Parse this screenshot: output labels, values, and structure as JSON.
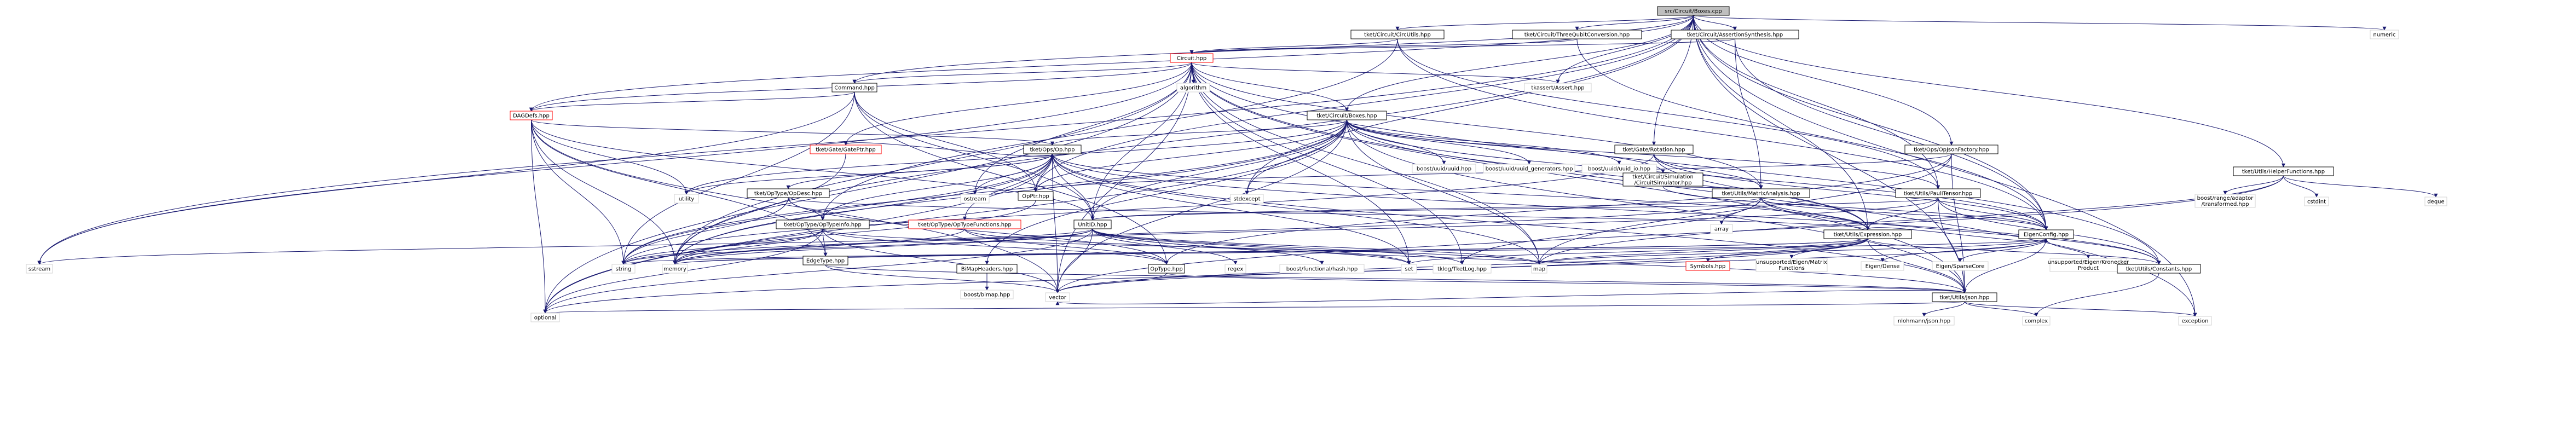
{
  "colors": {
    "edge": "#191970",
    "node_border": "#bfbfbf",
    "root_fill": "#bfbfbf",
    "root_border": "#000000",
    "header_border": "#000000",
    "system_border": "#d3d3d3",
    "red_border": "#ff0000",
    "text": "#000000"
  },
  "nodes": [
    {
      "id": "boxes_cpp",
      "label": "src/Circuit/Boxes.cpp",
      "kind": "root"
    },
    {
      "id": "circutils",
      "label": "tket/Circuit/CircUtils.hpp",
      "kind": "header"
    },
    {
      "id": "tqconv",
      "label": "tket/Circuit/ThreeQubitConversion.hpp",
      "kind": "header"
    },
    {
      "id": "assertsynth",
      "label": "tket/Circuit/AssertionSynthesis.hpp",
      "kind": "header"
    },
    {
      "id": "numeric",
      "label": "numeric",
      "kind": "system"
    },
    {
      "id": "circuit",
      "label": "Circuit.hpp",
      "kind": "red"
    },
    {
      "id": "command",
      "label": "Command.hpp",
      "kind": "header"
    },
    {
      "id": "dagdefs",
      "label": "DAGDefs.hpp",
      "kind": "red"
    },
    {
      "id": "algorithm",
      "label": "algorithm",
      "kind": "system"
    },
    {
      "id": "tkassert",
      "label": "tkassert/Assert.hpp",
      "kind": "system"
    },
    {
      "id": "boxes_hpp",
      "label": "tket/Circuit/Boxes.hpp",
      "kind": "header"
    },
    {
      "id": "gateptr",
      "label": "tket/Gate/GatePtr.hpp",
      "kind": "red"
    },
    {
      "id": "op",
      "label": "tket/Ops/Op.hpp",
      "kind": "header"
    },
    {
      "id": "gaterot",
      "label": "tket/Gate/Rotation.hpp",
      "kind": "header"
    },
    {
      "id": "opjson",
      "label": "tket/Ops/OpJsonFactory.hpp",
      "kind": "header"
    },
    {
      "id": "helperfn",
      "label": "tket/Utils/HelperFunctions.hpp",
      "kind": "header"
    },
    {
      "id": "uuid",
      "label": "boost/uuid/uuid.hpp",
      "kind": "system"
    },
    {
      "id": "uuidgen",
      "label": "boost/uuid/uuid_generators.hpp",
      "kind": "system"
    },
    {
      "id": "uuidio",
      "label": "boost/uuid/uuid_io.hpp",
      "kind": "system"
    },
    {
      "id": "circsim",
      "label": "tket/Circuit/Simulation\n/CircuitSimulator.hpp",
      "kind": "header"
    },
    {
      "id": "utility",
      "label": "utility",
      "kind": "system"
    },
    {
      "id": "opdesc",
      "label": "tket/OpType/OpDesc.hpp",
      "kind": "header"
    },
    {
      "id": "ostream",
      "label": "ostream",
      "kind": "system"
    },
    {
      "id": "opptr",
      "label": "OpPtr.hpp",
      "kind": "header"
    },
    {
      "id": "stdexcept",
      "label": "stdexcept",
      "kind": "system"
    },
    {
      "id": "matrixanal",
      "label": "tket/Utils/MatrixAnalysis.hpp",
      "kind": "header"
    },
    {
      "id": "paulitensor",
      "label": "tket/Utils/PauliTensor.hpp",
      "kind": "header"
    },
    {
      "id": "optypeinfo",
      "label": "tket/OpType/OpTypeInfo.hpp",
      "kind": "header"
    },
    {
      "id": "optypefn",
      "label": "tket/OpType/OpTypeFunctions.hpp",
      "kind": "red"
    },
    {
      "id": "unitid",
      "label": "UnitID.hpp",
      "kind": "header"
    },
    {
      "id": "array",
      "label": "array",
      "kind": "system"
    },
    {
      "id": "expression",
      "label": "tket/Utils/Expression.hpp",
      "kind": "header"
    },
    {
      "id": "eigenconfig",
      "label": "EigenConfig.hpp",
      "kind": "header"
    },
    {
      "id": "sstream",
      "label": "sstream",
      "kind": "system"
    },
    {
      "id": "string",
      "label": "string",
      "kind": "system"
    },
    {
      "id": "memory",
      "label": "memory",
      "kind": "system"
    },
    {
      "id": "edgetype",
      "label": "EdgeType.hpp",
      "kind": "header"
    },
    {
      "id": "bimap",
      "label": "BiMapHeaders.hpp",
      "kind": "header"
    },
    {
      "id": "optype",
      "label": "OpType.hpp",
      "kind": "header"
    },
    {
      "id": "regex",
      "label": "regex",
      "kind": "system"
    },
    {
      "id": "boosthash",
      "label": "boost/functional/hash.hpp",
      "kind": "system"
    },
    {
      "id": "set",
      "label": "set",
      "kind": "system"
    },
    {
      "id": "tklog",
      "label": "tklog/TketLog.hpp",
      "kind": "system"
    },
    {
      "id": "map",
      "label": "map",
      "kind": "system"
    },
    {
      "id": "symbols",
      "label": "Symbols.hpp",
      "kind": "red"
    },
    {
      "id": "eigenmatfn",
      "label": "unsupported/Eigen/Matrix\nFunctions",
      "kind": "system"
    },
    {
      "id": "eigendense",
      "label": "Eigen/Dense",
      "kind": "system"
    },
    {
      "id": "eigensparse",
      "label": "Eigen/SparseCore",
      "kind": "system"
    },
    {
      "id": "eigenkron",
      "label": "unsupported/Eigen/Kronecker\nProduct",
      "kind": "system"
    },
    {
      "id": "constants",
      "label": "tket/Utils/Constants.hpp",
      "kind": "header"
    },
    {
      "id": "rangeadaptor",
      "label": "boost/range/adaptor\n/transformed.hpp",
      "kind": "system"
    },
    {
      "id": "cstdint",
      "label": "cstdint",
      "kind": "system"
    },
    {
      "id": "deque",
      "label": "deque",
      "kind": "system"
    },
    {
      "id": "boostbimap",
      "label": "boost/bimap.hpp",
      "kind": "system"
    },
    {
      "id": "vector",
      "label": "vector",
      "kind": "system"
    },
    {
      "id": "json",
      "label": "tket/Utils/Json.hpp",
      "kind": "header"
    },
    {
      "id": "optional",
      "label": "optional",
      "kind": "system"
    },
    {
      "id": "nlohmann",
      "label": "nlohmann/json.hpp",
      "kind": "system"
    },
    {
      "id": "complex",
      "label": "complex",
      "kind": "system"
    },
    {
      "id": "exception",
      "label": "exception",
      "kind": "system"
    }
  ],
  "edges": [
    [
      "boxes_cpp",
      "circutils"
    ],
    [
      "boxes_cpp",
      "tqconv"
    ],
    [
      "boxes_cpp",
      "assertsynth"
    ],
    [
      "boxes_cpp",
      "numeric"
    ],
    [
      "boxes_cpp",
      "command"
    ],
    [
      "boxes_cpp",
      "dagdefs"
    ],
    [
      "boxes_cpp",
      "tkassert"
    ],
    [
      "boxes_cpp",
      "boxes_hpp"
    ],
    [
      "boxes_cpp",
      "gaterot"
    ],
    [
      "boxes_cpp",
      "opjson"
    ],
    [
      "boxes_cpp",
      "helperfn"
    ],
    [
      "boxes_cpp",
      "opptr"
    ],
    [
      "boxes_cpp",
      "stdexcept"
    ],
    [
      "boxes_cpp",
      "paulitensor"
    ],
    [
      "boxes_cpp",
      "expression"
    ],
    [
      "boxes_cpp",
      "eigenconfig"
    ],
    [
      "boxes_cpp",
      "sstream"
    ],
    [
      "boxes_cpp",
      "memory"
    ],
    [
      "boxes_cpp",
      "json"
    ],
    [
      "boxes_cpp",
      "exception"
    ],
    [
      "circutils",
      "circuit"
    ],
    [
      "circutils",
      "eigenconfig"
    ],
    [
      "circutils",
      "paulitensor"
    ],
    [
      "circutils",
      "optypeinfo"
    ],
    [
      "tqconv",
      "circuit"
    ],
    [
      "tqconv",
      "eigenconfig"
    ],
    [
      "assertsynth",
      "circuit"
    ],
    [
      "assertsynth",
      "matrixanal"
    ],
    [
      "assertsynth",
      "eigenconfig"
    ],
    [
      "circuit",
      "command"
    ],
    [
      "circuit",
      "dagdefs"
    ],
    [
      "circuit",
      "algorithm"
    ],
    [
      "circuit",
      "tkassert"
    ],
    [
      "circuit",
      "boxes_hpp"
    ],
    [
      "circuit",
      "gateptr"
    ],
    [
      "circuit",
      "matrixanal"
    ],
    [
      "circuit",
      "constants"
    ],
    [
      "circuit",
      "unitid"
    ],
    [
      "circuit",
      "ostream"
    ],
    [
      "circuit",
      "tklog"
    ],
    [
      "circuit",
      "json"
    ],
    [
      "circuit",
      "exception"
    ],
    [
      "circuit",
      "optional"
    ],
    [
      "circuit",
      "vector"
    ],
    [
      "circuit",
      "sstream"
    ],
    [
      "circuit",
      "memory"
    ],
    [
      "circuit",
      "set"
    ],
    [
      "circuit",
      "map"
    ],
    [
      "command",
      "dagdefs"
    ],
    [
      "command",
      "opptr"
    ],
    [
      "command",
      "unitid"
    ],
    [
      "command",
      "sstream"
    ],
    [
      "command",
      "string"
    ],
    [
      "command",
      "optype"
    ],
    [
      "dagdefs",
      "op"
    ],
    [
      "dagdefs",
      "unitid"
    ],
    [
      "dagdefs",
      "utility"
    ],
    [
      "dagdefs",
      "string"
    ],
    [
      "dagdefs",
      "memory"
    ],
    [
      "dagdefs",
      "edgetype"
    ],
    [
      "dagdefs",
      "vector"
    ],
    [
      "dagdefs",
      "optional"
    ],
    [
      "boxes_hpp",
      "op"
    ],
    [
      "boxes_hpp",
      "uuid"
    ],
    [
      "boxes_hpp",
      "uuidgen"
    ],
    [
      "boxes_hpp",
      "uuidio"
    ],
    [
      "boxes_hpp",
      "circsim"
    ],
    [
      "boxes_hpp",
      "utility"
    ],
    [
      "boxes_hpp",
      "opptr"
    ],
    [
      "boxes_hpp",
      "stdexcept"
    ],
    [
      "boxes_hpp",
      "paulitensor"
    ],
    [
      "boxes_hpp",
      "unitid"
    ],
    [
      "boxes_hpp",
      "expression"
    ],
    [
      "boxes_hpp",
      "eigenconfig"
    ],
    [
      "boxes_hpp",
      "string"
    ],
    [
      "boxes_hpp",
      "memory"
    ],
    [
      "boxes_hpp",
      "json"
    ],
    [
      "boxes_hpp",
      "vector"
    ],
    [
      "boxes_hpp",
      "optional"
    ],
    [
      "boxes_hpp",
      "map"
    ],
    [
      "boxes_hpp",
      "bimap"
    ],
    [
      "gateptr",
      "op"
    ],
    [
      "gateptr",
      "memory"
    ],
    [
      "op",
      "opdesc"
    ],
    [
      "op",
      "optypeinfo"
    ],
    [
      "op",
      "optypefn"
    ],
    [
      "op",
      "opptr"
    ],
    [
      "op",
      "ostream"
    ],
    [
      "op",
      "unitid"
    ],
    [
      "op",
      "expression"
    ],
    [
      "op",
      "constants"
    ],
    [
      "op",
      "json"
    ],
    [
      "op",
      "string"
    ],
    [
      "op",
      "memory"
    ],
    [
      "op",
      "vector"
    ],
    [
      "op",
      "optional"
    ],
    [
      "op",
      "utility"
    ],
    [
      "op",
      "set"
    ],
    [
      "op",
      "map"
    ],
    [
      "gaterot",
      "matrixanal"
    ],
    [
      "gaterot",
      "expression"
    ],
    [
      "gaterot",
      "eigenconfig"
    ],
    [
      "gaterot",
      "string"
    ],
    [
      "opjson",
      "opptr"
    ],
    [
      "opjson",
      "json"
    ],
    [
      "opjson",
      "optype"
    ],
    [
      "opjson",
      "map"
    ],
    [
      "helperfn",
      "rangeadaptor"
    ],
    [
      "helperfn",
      "cstdint"
    ],
    [
      "helperfn",
      "deque"
    ],
    [
      "helperfn",
      "vector"
    ],
    [
      "helperfn",
      "map"
    ],
    [
      "circsim",
      "matrixanal"
    ],
    [
      "circsim",
      "eigenconfig"
    ],
    [
      "opdesc",
      "optypeinfo"
    ],
    [
      "opdesc",
      "optype"
    ],
    [
      "opdesc",
      "expression"
    ],
    [
      "opdesc",
      "string"
    ],
    [
      "opptr",
      "memory"
    ],
    [
      "matrixanal",
      "unitid"
    ],
    [
      "matrixanal",
      "array"
    ],
    [
      "matrixanal",
      "expression"
    ],
    [
      "matrixanal",
      "eigenconfig"
    ],
    [
      "matrixanal",
      "tklog"
    ],
    [
      "matrixanal",
      "memory"
    ],
    [
      "matrixanal",
      "constants"
    ],
    [
      "paulitensor",
      "unitid"
    ],
    [
      "paulitensor",
      "expression"
    ],
    [
      "paulitensor",
      "eigenconfig"
    ],
    [
      "paulitensor",
      "constants"
    ],
    [
      "paulitensor",
      "json"
    ],
    [
      "paulitensor",
      "string"
    ],
    [
      "optypeinfo",
      "edgetype"
    ],
    [
      "optypeinfo",
      "optype"
    ],
    [
      "optypeinfo",
      "string"
    ],
    [
      "optypeinfo",
      "optional"
    ],
    [
      "optypeinfo",
      "vector"
    ],
    [
      "optypeinfo",
      "memory"
    ],
    [
      "optypeinfo",
      "map"
    ],
    [
      "optypefn",
      "optype"
    ],
    [
      "optypefn",
      "memory"
    ],
    [
      "optypefn",
      "set"
    ],
    [
      "unitid",
      "regex"
    ],
    [
      "unitid",
      "boosthash"
    ],
    [
      "unitid",
      "set"
    ],
    [
      "unitid",
      "tklog"
    ],
    [
      "unitid",
      "json"
    ],
    [
      "unitid",
      "string"
    ],
    [
      "unitid",
      "sstream"
    ],
    [
      "unitid",
      "memory"
    ],
    [
      "unitid",
      "optional"
    ],
    [
      "unitid",
      "vector"
    ],
    [
      "unitid",
      "map"
    ],
    [
      "expression",
      "symbols"
    ],
    [
      "expression",
      "eigenmatfn"
    ],
    [
      "expression",
      "eigenconfig"
    ],
    [
      "expression",
      "constants"
    ],
    [
      "expression",
      "json"
    ],
    [
      "expression",
      "optional"
    ],
    [
      "expression",
      "set"
    ],
    [
      "expression",
      "memory"
    ],
    [
      "expression",
      "vector"
    ],
    [
      "expression",
      "string"
    ],
    [
      "expression",
      "map"
    ],
    [
      "eigenconfig",
      "eigendense"
    ],
    [
      "eigenconfig",
      "eigensparse"
    ],
    [
      "eigenconfig",
      "eigenkron"
    ],
    [
      "eigenconfig",
      "json"
    ],
    [
      "eigenconfig",
      "map"
    ],
    [
      "eigenconfig",
      "memory"
    ],
    [
      "eigenconfig",
      "vector"
    ],
    [
      "edgetype",
      "vector"
    ],
    [
      "edgetype",
      "json"
    ],
    [
      "bimap",
      "boostbimap"
    ],
    [
      "optype",
      "json"
    ],
    [
      "optype",
      "vector"
    ],
    [
      "constants",
      "complex"
    ],
    [
      "json",
      "optional"
    ],
    [
      "json",
      "nlohmann"
    ],
    [
      "json",
      "complex"
    ],
    [
      "json",
      "exception"
    ],
    [
      "json",
      "vector"
    ]
  ]
}
